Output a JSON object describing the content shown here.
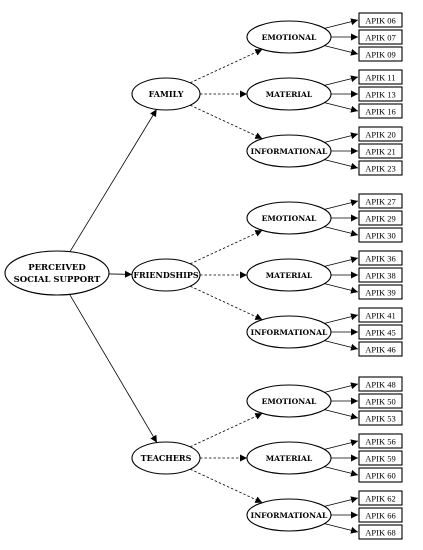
{
  "root": {
    "line1": "PERCEIVED",
    "line2": "SOCIAL SUPPORT"
  },
  "sources": [
    {
      "label": "FAMILY",
      "dims": [
        {
          "label": "EMOTIONAL",
          "items": [
            "APIK 06",
            "APIK 07",
            "APIK 09"
          ]
        },
        {
          "label": "MATERIAL",
          "items": [
            "APIK 11",
            "APIK 13",
            "APIK 16"
          ]
        },
        {
          "label": "INFORMATIONAL",
          "items": [
            "APIK 20",
            "APIK 21",
            "APIK 23"
          ]
        }
      ]
    },
    {
      "label": "FRIENDSHIPS",
      "dims": [
        {
          "label": "EMOTIONAL",
          "items": [
            "APIK 27",
            "APIK 29",
            "APIK 30"
          ]
        },
        {
          "label": "MATERIAL",
          "items": [
            "APIK 36",
            "APIK 38",
            "APIK 39"
          ]
        },
        {
          "label": "INFORMATIONAL",
          "items": [
            "APIK 41",
            "APIK 45",
            "APIK 46"
          ]
        }
      ]
    },
    {
      "label": "TEACHERS",
      "dims": [
        {
          "label": "EMOTIONAL",
          "items": [
            "APIK 48",
            "APIK 50",
            "APIK 53"
          ]
        },
        {
          "label": "MATERIAL",
          "items": [
            "APIK 56",
            "APIK 59",
            "APIK 60"
          ]
        },
        {
          "label": "INFORMATIONAL",
          "items": [
            "APIK 62",
            "APIK 66",
            "APIK 68"
          ]
        }
      ]
    }
  ]
}
